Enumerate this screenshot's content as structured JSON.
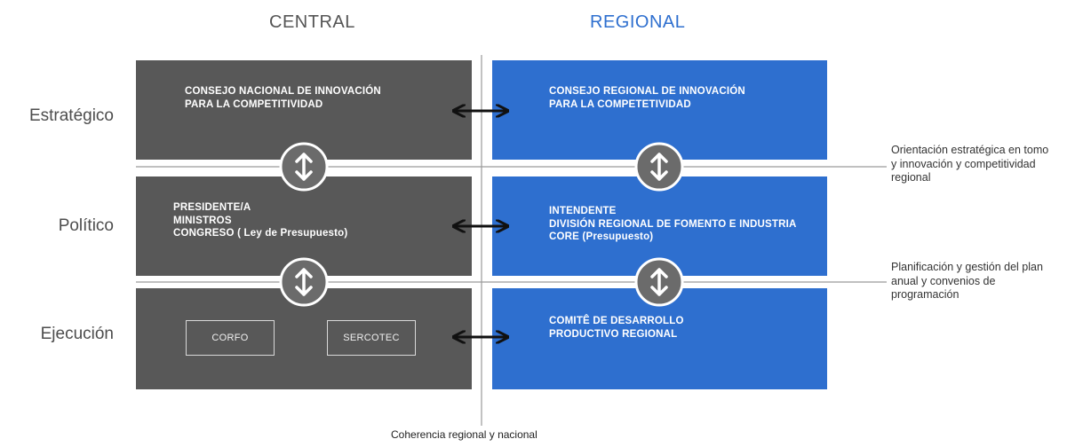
{
  "columns": {
    "central": "CENTRAL",
    "regional": "REGIONAL"
  },
  "rows": {
    "strategic": "Estratégico",
    "political": "Político",
    "execution": "Ejecución"
  },
  "central": {
    "strategic": [
      "CONSEJO NACIONAL DE INNOVACIÓN",
      "PARA LA COMPETITIVIDAD"
    ],
    "political": [
      "PRESIDENTE/A",
      "MINISTROS",
      "CONGRESO ( Ley de Presupuesto)"
    ],
    "execution": {
      "corfo": "CORFO",
      "sercotec": "SERCOTEC"
    }
  },
  "regional": {
    "strategic": [
      "CONSEJO REGIONAL DE INNOVACIÓN",
      "PARA LA COMPETETIVIDAD"
    ],
    "political": [
      "INTENDENTE",
      "DIVISIÓN REGIONAL DE FOMENTO E INDUSTRIA",
      "CORE (Presupuesto)"
    ],
    "execution": [
      "COMITÊ DE DESARROLLO",
      "PRODUCTIVO REGIONAL"
    ]
  },
  "notes": {
    "strategic_orientation": [
      "Orientación estratégica en tomo",
      "y innovación y competitividad",
      "regional"
    ],
    "planning": [
      "Planificación y gestión del plan",
      "anual y convenios de",
      "programación"
    ]
  },
  "footer": "Coherencia regional y nacional",
  "colors": {
    "central_box": "#585858",
    "regional_box": "#2e6fcf",
    "regional_heading": "#2e6fcf",
    "central_heading": "#555555",
    "connector_line": "#9a9a9a"
  }
}
